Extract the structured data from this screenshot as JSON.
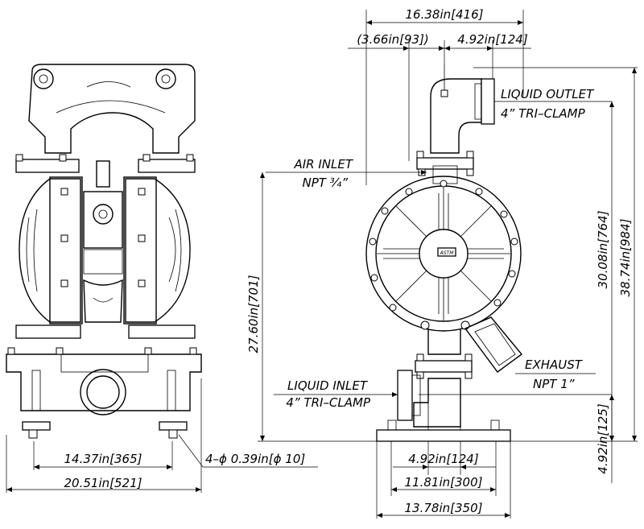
{
  "front_view": {
    "bolt_span": "14.37in[365]",
    "overall_width": "20.51in[521]",
    "mount_holes": "4–ϕ 0.39in[ϕ 10]"
  },
  "side_view": {
    "overall_depth": "16.38in[416]",
    "outlet_offset_left": "(3.66in[93])",
    "outlet_offset_right": "4.92in[124]",
    "liquid_outlet": "LIQUID OUTLET",
    "liquid_outlet_conn": "4” TRI–CLAMP",
    "air_inlet": "AIR INLET",
    "air_inlet_conn": "NPT ¾”",
    "exhaust": "EXHAUST",
    "exhaust_conn": "NPT  1”",
    "liquid_inlet": "LIQUID INLET",
    "liquid_inlet_conn": "4” TRI–CLAMP",
    "air_inlet_height": "27.60in[701]",
    "outlet_height": "30.08in[764]",
    "overall_height": "38.74in[984]",
    "inlet_height": "4.92in[125]",
    "base_bolt_span": "4.92in[124]",
    "base_hole_span": "11.81in[300]",
    "base_width": "13.78in[350]",
    "nameplate": "ASTM"
  },
  "colors": {
    "line": "#000000",
    "background": "#ffffff"
  }
}
